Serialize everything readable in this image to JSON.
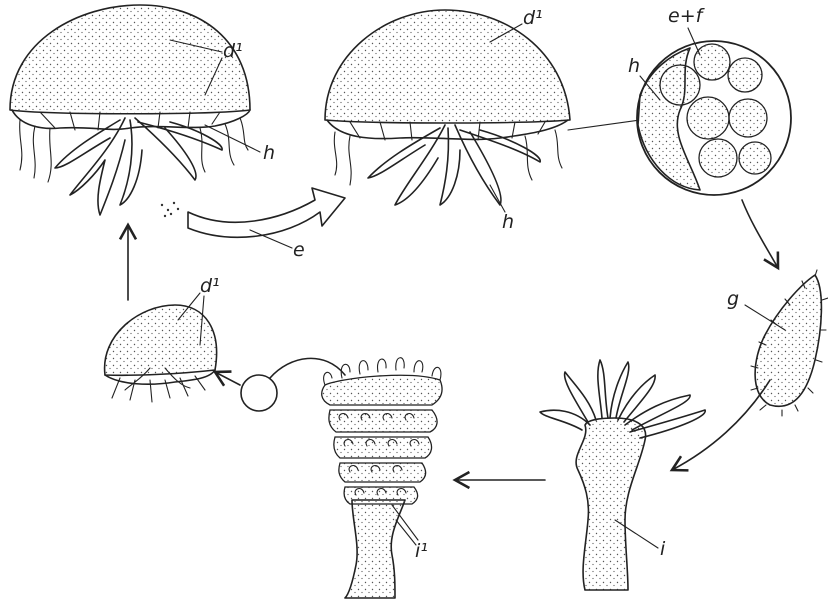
{
  "labels": {
    "d1_a": "d¹",
    "h_a": "h",
    "d1_b": "d¹",
    "h_b1": "h",
    "h_b2": "h",
    "e_f": "e+f",
    "e": "e",
    "g": "g",
    "d1_c": "d¹",
    "i": "i",
    "i1": "i¹"
  },
  "stages": [
    "adult-medusa",
    "adult-medusa-with-eggs",
    "magnified-egg-cluster",
    "planula-larva",
    "polyp",
    "strobila",
    "ephyra"
  ],
  "colors": {
    "ink": "#222222",
    "stipple": "#555555",
    "background": "#ffffff"
  }
}
